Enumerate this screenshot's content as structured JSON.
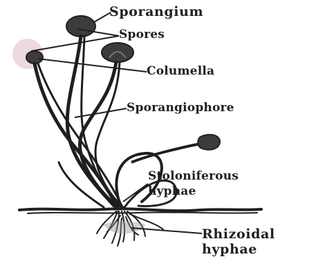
{
  "labels": {
    "sporangium": "Sporangium",
    "spores": "Spores",
    "columella": "Columella",
    "sporangiophore": "Sporangiophore",
    "stoloniferous": [
      "Stoloniferous",
      "hyphae"
    ],
    "rhizoidal": [
      "Rhizoidal",
      "hyphae"
    ]
  },
  "colors": {
    "ink": "#1f1f1f",
    "sporangium_fill": "#3c3c3c",
    "spore_halo": "#e6c7cf"
  }
}
